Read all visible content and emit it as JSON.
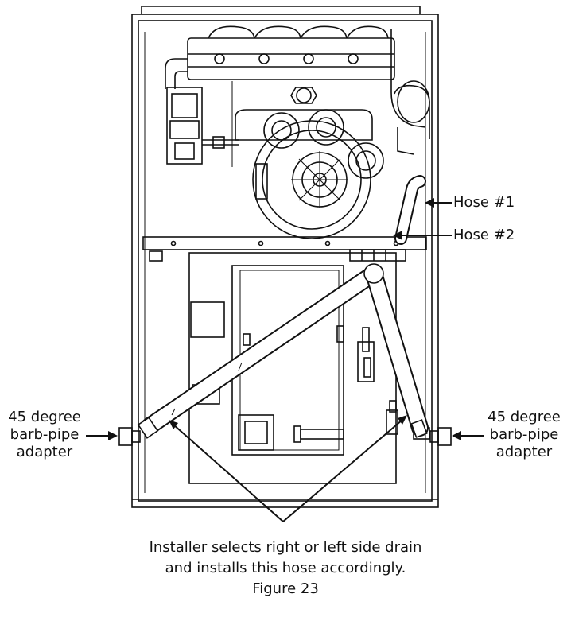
{
  "labels": {
    "hose1": "Hose #1",
    "hose2": "Hose #2",
    "left_adapter": [
      "45 degree",
      "barb-pipe",
      "adapter"
    ],
    "right_adapter": [
      "45 degree",
      "barb-pipe",
      "adapter"
    ],
    "caption_line1": "Installer selects right or left side drain",
    "caption_line2": "and installs this hose accordingly.",
    "figure_number": "Figure 23"
  },
  "colors": {
    "line": "#111111",
    "hose_fill": "#ffffff"
  }
}
